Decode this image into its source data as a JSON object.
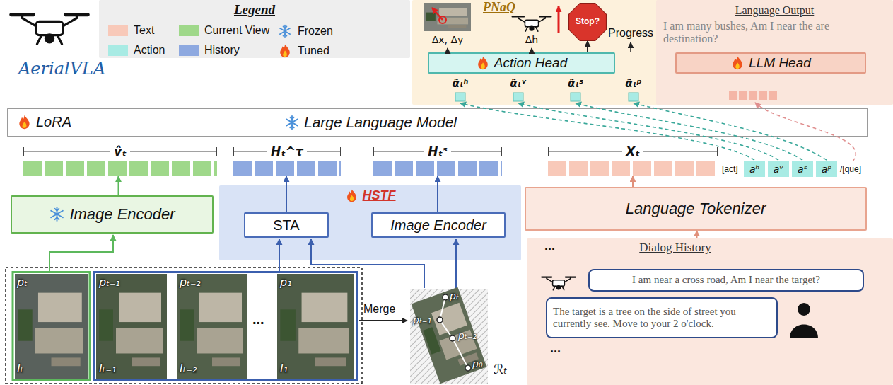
{
  "diagram": {
    "nodes": [
      {
        "text": [
          "Legend"
        ]
      },
      {
        "text": [
          "PNaQ"
        ]
      },
      {
        "text": [
          "Stop?"
        ],
        "in": 1
      },
      {
        "text": [
          "Action Head"
        ],
        "in": 1
      },
      {
        "text": [
          "Language Output",
          "I am many bushes, Am I near the are destination?"
        ],
        "in": 1
      },
      {
        "text": [
          "LLM Head"
        ],
        "in": 4
      },
      {
        "text": [
          "LoRA",
          "Large Language Model"
        ]
      },
      {
        "text": [
          "v̂ₜ"
        ]
      },
      {
        "text": [
          "Hₜ^τ"
        ]
      },
      {
        "text": [
          "Hₜˢ"
        ]
      },
      {
        "text": [
          "Xₜ"
        ]
      },
      {
        "text": [
          "Image Encoder"
        ]
      },
      {
        "text": [
          "HSTF"
        ]
      },
      {
        "text": [
          "STA"
        ],
        "in": 12
      },
      {
        "text": [
          "Image Encoder"
        ],
        "in": 12
      },
      {
        "text": [
          "Language Tokenizer"
        ]
      },
      {
        "text": [
          "Dialog History"
        ]
      },
      {
        "text": [
          "I am near a cross road, Am I near the target?"
        ],
        "in": 16
      },
      {
        "text": [
          "The target is a tree on the side of street you currently see. Move to your 2 o'clock."
        ],
        "in": 16
      }
    ],
    "edges": [
      {
        "from": 11,
        "to": 7,
        "arrow": "to"
      },
      {
        "from": 13,
        "to": 8,
        "arrow": "to"
      },
      {
        "from": 14,
        "to": 9,
        "arrow": "to"
      },
      {
        "from": 15,
        "to": 10,
        "arrow": "to"
      },
      {
        "from": 16,
        "to": 15,
        "arrow": "to"
      },
      {
        "from": 3,
        "to": 2,
        "arrow": "to"
      }
    ],
    "labels": [
      "AerialVLA",
      "Δx, Δy",
      "Δh",
      "Progress",
      "α̃ₜʰ",
      "α̃ₜᵛ",
      "α̃ₜˢ",
      "α̃ₜᵖ",
      "[act]",
      "aʰ",
      "aᵛ",
      "aˢ",
      "aᵖ",
      "/[que]",
      "pₜ",
      "Iₜ",
      "pₜ₋₁",
      "Iₜ₋₁",
      "pₜ₋₂",
      "Iₜ₋₂",
      "...",
      "p₁",
      "I₁",
      "Merge",
      "pₜ",
      "pₜ₋₁",
      "pₜ₋₂",
      "p₀",
      "ℛₜ",
      "...",
      "..."
    ],
    "legend": [
      {
        "text": "Text",
        "color": "#f8c9b9"
      },
      {
        "text": "Current View",
        "color": "#9fd88a"
      },
      {
        "text": "Frozen"
      },
      {
        "text": "Action",
        "color": "#a8ebe4"
      },
      {
        "text": "History",
        "color": "#8ea9e0"
      },
      {
        "text": "Tuned"
      }
    ]
  }
}
